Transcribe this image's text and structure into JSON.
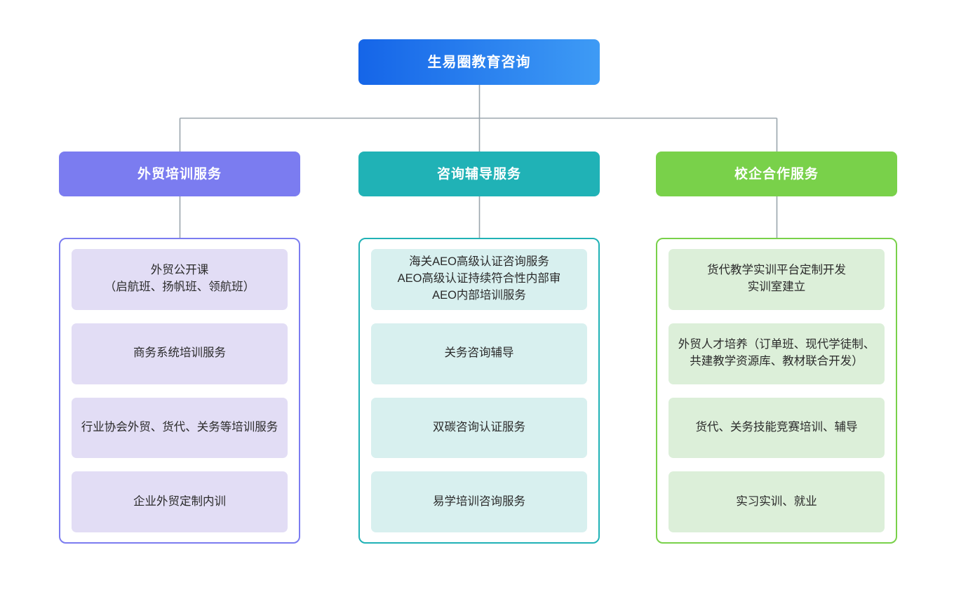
{
  "diagram": {
    "type": "organization-tree",
    "root": {
      "label": "生易圈教育咨询",
      "gradient_start": "#1565e8",
      "gradient_end": "#3e9bf5"
    },
    "branches": [
      {
        "id": "training",
        "header_label": "外贸培训服务",
        "header_color": "#7b7cf0",
        "container_border_color": "#7b7cf0",
        "card_color": "#e2ddf5",
        "items": [
          {
            "label": "外贸公开课\n（启航班、扬帆班、领航班）"
          },
          {
            "label": "商务系统培训服务"
          },
          {
            "label": "行业协会外贸、货代、关务等培训服务"
          },
          {
            "label": "企业外贸定制内训"
          }
        ]
      },
      {
        "id": "consulting",
        "header_label": "咨询辅导服务",
        "header_color": "#20b2b6",
        "container_border_color": "#20b2b6",
        "card_color": "#d8f0ef",
        "items": [
          {
            "label": "海关AEO高级认证咨询服务\nAEO高级认证持续符合性内部审\nAEO内部培训服务"
          },
          {
            "label": "关务咨询辅导"
          },
          {
            "label": "双碳咨询认证服务"
          },
          {
            "label": "易学培训咨询服务"
          }
        ]
      },
      {
        "id": "school-enterprise",
        "header_label": "校企合作服务",
        "header_color": "#79d14a",
        "container_border_color": "#79d14a",
        "card_color": "#dcefd9",
        "items": [
          {
            "label": "货代教学实训平台定制开发\n实训室建立"
          },
          {
            "label": "外贸人才培养（订单班、现代学徒制、共建教学资源库、教材联合开发）"
          },
          {
            "label": "货代、关务技能竞赛培训、辅导"
          },
          {
            "label": "实习实训、就业"
          }
        ]
      }
    ],
    "connector_color": "#9aa5ad"
  }
}
